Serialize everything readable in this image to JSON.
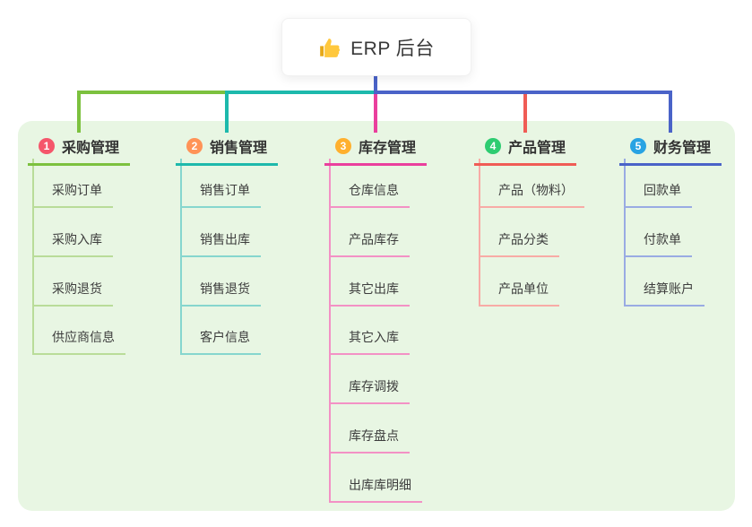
{
  "root": {
    "label": "ERP 后台",
    "icon": "thumbs-up",
    "icon_color": "#ffc83d",
    "connector_color": "#4a63c8"
  },
  "colors": {
    "panel_background": "#e8f6e3",
    "page_background": "#ffffff",
    "node_text": "#383838"
  },
  "branches": [
    {
      "number": "1",
      "label": "采购管理",
      "badge_color": "#f5566b",
      "line_color": "#7cc13e",
      "child_line_color": "#b9dc99",
      "children": [
        "采购订单",
        "采购入库",
        "采购退货",
        "供应商信息"
      ]
    },
    {
      "number": "2",
      "label": "销售管理",
      "badge_color": "#ff9357",
      "line_color": "#1db9ac",
      "child_line_color": "#86d6ce",
      "children": [
        "销售订单",
        "销售出库",
        "销售退货",
        "客户信息"
      ]
    },
    {
      "number": "3",
      "label": "库存管理",
      "badge_color": "#ffb02e",
      "line_color": "#ea3f9d",
      "child_line_color": "#f391c5",
      "children": [
        "仓库信息",
        "产品库存",
        "其它出库",
        "其它入库",
        "库存调拨",
        "库存盘点",
        "出库库明细"
      ]
    },
    {
      "number": "4",
      "label": "产品管理",
      "badge_color": "#2ecc71",
      "line_color": "#f05c55",
      "child_line_color": "#f8aba6",
      "children": [
        "产品（物料）",
        "产品分类",
        "产品单位"
      ]
    },
    {
      "number": "5",
      "label": "财务管理",
      "badge_color": "#29a3e3",
      "line_color": "#4a63c8",
      "child_line_color": "#99abe3",
      "children": [
        "回款单",
        "付款单",
        "结算账户"
      ]
    }
  ]
}
